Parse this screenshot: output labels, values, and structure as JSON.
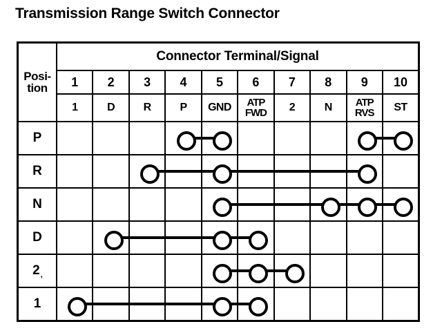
{
  "page": {
    "title": "Transmission Range Switch Connector"
  },
  "table": {
    "position_header": {
      "line1": "Posi-",
      "line2": "tion"
    },
    "group_header": "Connector Terminal/Signal",
    "terminal_numbers": [
      "1",
      "2",
      "3",
      "4",
      "5",
      "6",
      "7",
      "8",
      "9",
      "10"
    ],
    "signal_names": [
      {
        "lines": [
          "1"
        ]
      },
      {
        "lines": [
          "D"
        ]
      },
      {
        "lines": [
          "R"
        ]
      },
      {
        "lines": [
          "P"
        ]
      },
      {
        "lines": [
          "GND"
        ]
      },
      {
        "lines": [
          "ATP",
          "FWD"
        ]
      },
      {
        "lines": [
          "2"
        ]
      },
      {
        "lines": [
          "N"
        ]
      },
      {
        "lines": [
          "ATP",
          "RVS"
        ]
      },
      {
        "lines": [
          "ST"
        ]
      }
    ],
    "rows": [
      {
        "position": "P",
        "position_sub": "",
        "nodes": [
          4,
          5,
          9,
          10
        ],
        "connections": [
          [
            4,
            5
          ],
          [
            9,
            10
          ]
        ]
      },
      {
        "position": "R",
        "position_sub": "",
        "nodes": [
          3,
          5,
          9
        ],
        "connections": [
          [
            3,
            9
          ]
        ]
      },
      {
        "position": "N",
        "position_sub": "",
        "nodes": [
          5,
          8,
          9,
          10
        ],
        "connections": [
          [
            5,
            10
          ]
        ]
      },
      {
        "position": "D",
        "position_sub": "",
        "nodes": [
          2,
          5,
          6
        ],
        "connections": [
          [
            2,
            6
          ]
        ]
      },
      {
        "position": "2",
        "position_sub": ",",
        "nodes": [
          5,
          6,
          7
        ],
        "connections": [
          [
            5,
            7
          ]
        ]
      },
      {
        "position": "1",
        "position_sub": "",
        "nodes": [
          1,
          5,
          6
        ],
        "connections": [
          [
            1,
            6
          ]
        ]
      }
    ]
  },
  "colors": {
    "ink": "#000000",
    "paper": "#ffffff"
  }
}
